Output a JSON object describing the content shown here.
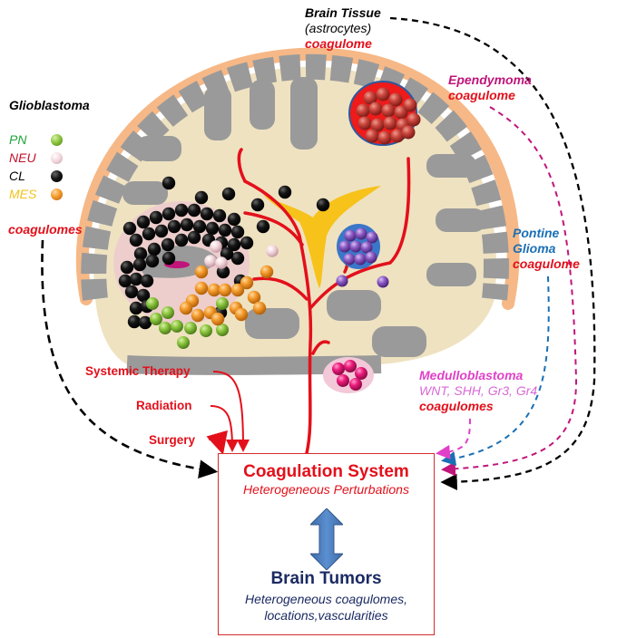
{
  "title_labels": {
    "brain_tissue": {
      "line1": "Brain Tissue",
      "line2": "(astrocytes)",
      "line3": "coagulome"
    },
    "glioblastoma": {
      "title": "Glioblastoma",
      "footer": "coagulomes"
    },
    "ependymoma": {
      "line1": "Ependymoma",
      "line2": "coagulome"
    },
    "pontine_glioma": {
      "line1": "Pontine",
      "line2": "Glioma",
      "line3": "coagulome"
    },
    "medulloblastoma": {
      "line1": "Medulloblastoma",
      "line2": "WNT, SHH, Gr3, Gr4",
      "line3": "coagulomes"
    }
  },
  "legend": [
    {
      "label": "PN",
      "text_color": "#1fa53a",
      "dot_color": "#8cc63f",
      "icon": "green-sphere"
    },
    {
      "label": "NEU",
      "text_color": "#c0122a",
      "dot_color": "#f2d6dc",
      "icon": "pink-sphere"
    },
    {
      "label": "CL",
      "text_color": "#000000",
      "dot_color": "#111111",
      "icon": "black-sphere"
    },
    {
      "label": "MES",
      "text_color": "#f3c21d",
      "dot_color": "#f39a2b",
      "icon": "orange-sphere"
    }
  ],
  "treatments": [
    "Systemic Therapy",
    "Radiation",
    "Surgery"
  ],
  "central_box": {
    "title": "Coagulation System",
    "subtitle": "Heterogeneous Perturbations",
    "arrow": "double-headed-arrow",
    "title2": "Brain Tumors",
    "subtitle2_line1": "Heterogeneous coagulomes,",
    "subtitle2_line2": "locations,vascularities"
  },
  "colors": {
    "accent_red": "#e3101b",
    "navy": "#1b2a63",
    "ependymoma_magenta": "#c0157a",
    "pontine_blue": "#1a6fb5",
    "medullo_pink": "#e040c8",
    "skull": "#f6b886",
    "gray_matter": "#9a9a9a",
    "white_matter": "#efe2c1",
    "ventricle": "#f7c21a",
    "arrow_blue": "#4f80bd"
  }
}
